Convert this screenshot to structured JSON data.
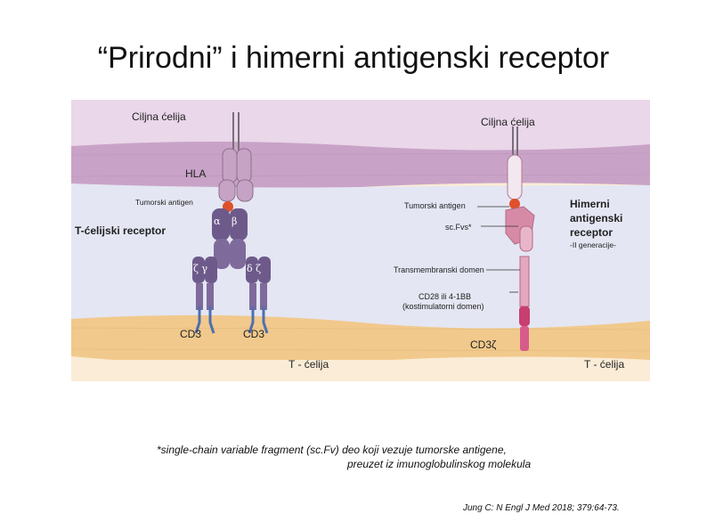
{
  "title": "“Prirodni” i himerni antigenski receptor",
  "figure": {
    "left": {
      "target_cell": "Ciljna ćelija",
      "hla": "HLA",
      "tumor_antigen": "Tumorski antigen",
      "tcr_label": "T-ćelijski receptor",
      "alpha": "α",
      "beta": "β",
      "zeta_gamma": "ζ γ",
      "delta_zeta": "δ ζ",
      "cd3_a": "CD3",
      "cd3_b": "CD3",
      "t_cell": "T - ćelija"
    },
    "right": {
      "target_cell": "Ciljna ćelija",
      "tumor_antigen": "Tumorski antigen",
      "scfv": "sc.Fvs*",
      "car_title_1": "Himerni",
      "car_title_2": "antigenski",
      "car_title_3": "receptor",
      "generation": "-II generacije-",
      "transmembrane": "Transmembranski domen",
      "cd28_line1": "CD28 ili 4-1BB",
      "cd28_line2": "(kostimulatorni domen)",
      "cd3zeta": "CD3ζ",
      "t_cell": "T - ćelija"
    },
    "colors": {
      "target_membrane": "#c9a3c7",
      "interstitial": "#e4e6f3",
      "tcell_membrane": "#f1c98c",
      "tcell_cytoplasm": "#faecd6",
      "receptor_purple": "#6d5a8a",
      "car_pink": "#d78aa6",
      "antigen_red": "#e0502a"
    }
  },
  "footnote": {
    "line1": "*single-chain variable fragment (sc.Fv) deo koji vezuje tumorske antigene,",
    "line2": "preuzet iz imunoglobulinskog molekula"
  },
  "citation": "Jung C: N Engl J Med 2018; 379:64-73."
}
